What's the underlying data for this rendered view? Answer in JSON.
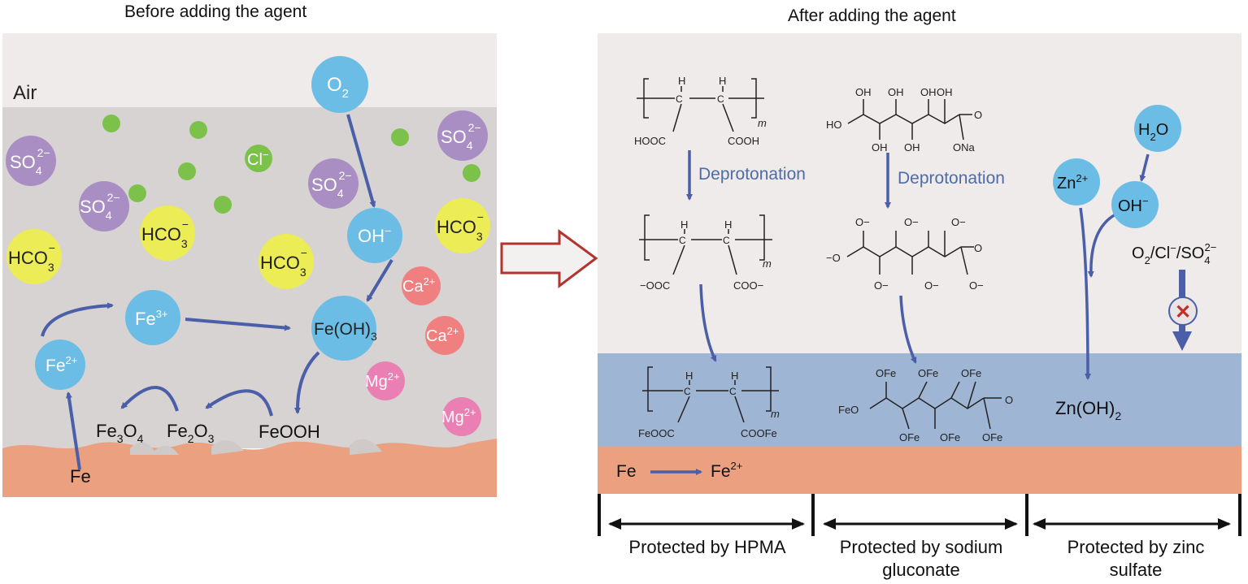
{
  "titles": {
    "before": "Before adding the agent",
    "after": "After adding the agent"
  },
  "left": {
    "air": "Air",
    "ions": {
      "o2": "O",
      "o2_sub": "2",
      "oh": "OH",
      "oh_sup": "−",
      "cl": "Cl",
      "cl_sup": "−",
      "so4": "SO",
      "so4_sub": "4",
      "so4_sup": "2−",
      "hco3": "HCO",
      "hco3_sub": "3",
      "hco3_sup": "−",
      "ca": "Ca",
      "ca_sup": "2+",
      "mg": "Mg",
      "mg_sup": "2+",
      "fe3": "Fe",
      "fe3_sup": "3+",
      "fe2": "Fe",
      "fe2_sup": "2+",
      "feoh3": "Fe(OH)",
      "feoh3_sub": "3"
    },
    "products": {
      "fe3o4": "Fe",
      "fe3o4_a": "3",
      "fe3o4_b": "O",
      "fe3o4_c": "4",
      "fe2o3": "Fe",
      "fe2o3_a": "2",
      "fe2o3_b": "O",
      "fe2o3_c": "3",
      "feooh": "FeOOH",
      "fe": "Fe"
    }
  },
  "right": {
    "deprotonation": "Deprotonation",
    "hpma": {
      "h": "H",
      "m": "m",
      "hooc": "HOOC",
      "cooh": "COOH",
      "ooc": "−OOC",
      "coo": "COO−",
      "feooc": "FeOOC",
      "coofe": "COOFe"
    },
    "gluconate": {
      "oh": "OH",
      "ho": "HO",
      "o": "O",
      "ona": "ONa",
      "om": "O−",
      "mo": "−O",
      "ofe": "OFe",
      "feo": "FeO"
    },
    "zinc": {
      "zn": "Zn",
      "zn_sup": "2+",
      "h2o_h": "H",
      "h2o_sub": "2",
      "h2o_o": "O",
      "oh": "OH",
      "oh_sup": "−",
      "species_a": "O",
      "species_a_sub": "2",
      "species_b": "/Cl",
      "species_b_sup": "−",
      "species_c": "/SO",
      "species_c_sub": "4",
      "species_c_sup": "2−",
      "znoh2": "Zn(OH)",
      "znoh2_sub": "2",
      "blocked": "✕"
    },
    "reaction_fe": "Fe",
    "reaction_fe2": "Fe",
    "reaction_fe2_sup": "2+"
  },
  "captions": {
    "hpma": "Protected by HPMA",
    "gluconate": "Protected by sodium gluconate",
    "zinc": "Protected by zinc sulfate"
  },
  "colors": {
    "air": "#eeebea",
    "solution": "#d6d3d2",
    "metal": "#eba07f",
    "film": "#9fb5d4",
    "o2_bubble": "#6cbde6",
    "so4": "#a98ec4",
    "hco3": "#ecec56",
    "cl_dot": "#7cc24a",
    "ca": "#f0807f",
    "mg": "#ea7fb4",
    "arrow": "#4b5ea8",
    "big_arrow": "#b3332e",
    "text_blue": "#4e6ca8"
  }
}
